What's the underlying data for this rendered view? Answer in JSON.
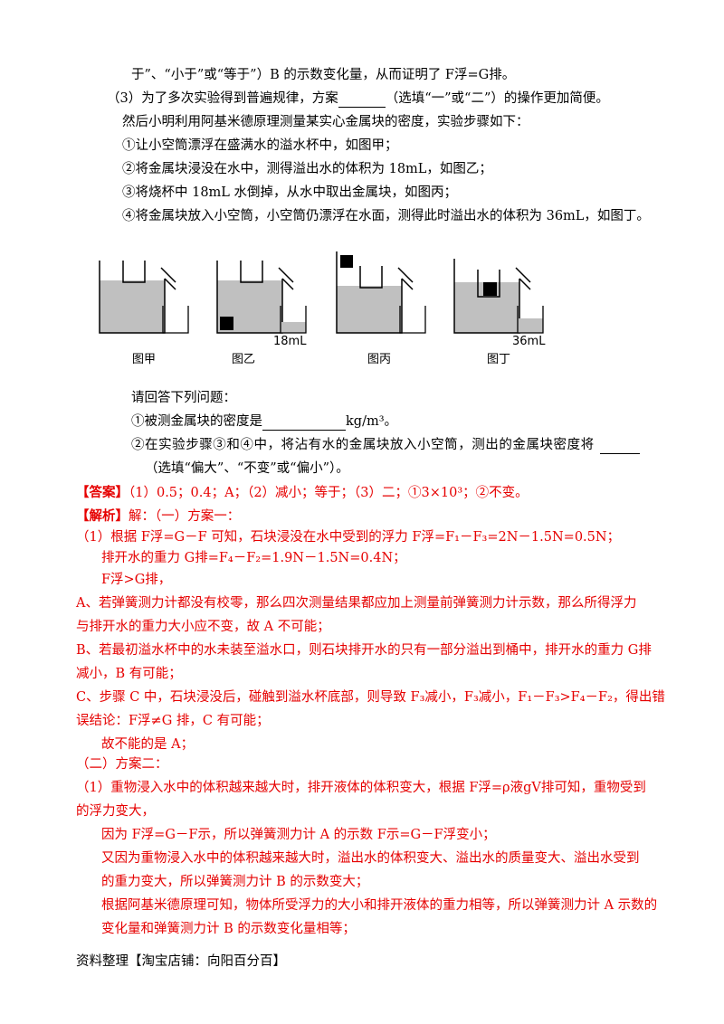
{
  "q2_tail": "于”、“小于”或“等于”）B 的示数变化量，从而证明了 F浮=G排。",
  "q3": {
    "prefix": "（3）为了多次实验得到普遍规律，方案",
    "suffix": "（选填“一”或“二”）的操作更加简便。"
  },
  "intro": "然后小明利用阿基米德原理测量某实心金属块的密度，实验步骤如下：",
  "steps": [
    "①让小空筒漂浮在盛满水的溢水杯中，如图甲；",
    "②将金属块浸没在水中，测得溢出水的体积为 18mL，如图乙；",
    "③将烧杯中 18mL 水倒掉，从水中取出金属块，如图丙；",
    "④将金属块放入小空筒，小空筒仍漂浮在水面，测得此时溢出水的体积为 36mL，如图丁。"
  ],
  "figures": [
    {
      "label": "图甲",
      "volume": ""
    },
    {
      "label": "图乙",
      "volume": "18mL"
    },
    {
      "label": "图丙",
      "volume": ""
    },
    {
      "label": "图丁",
      "volume": "36mL"
    }
  ],
  "questions_intro": "请回答下列问题：",
  "q_density": {
    "prefix": "①被测金属块的密度是",
    "unit": "kg/m³。"
  },
  "q_bias": {
    "line1": "②在实验步骤③和④中，将沾有水的金属块放入小空筒，测出的金属块密度将",
    "line2": "（选填“偏大”、“不变”或“偏小”）。"
  },
  "answer": {
    "label": "【答案】",
    "text": "（1）0.5；0.4；A；（2）减小；等于；（3）二；①3×10³；②不变。"
  },
  "analysis": {
    "label": "【解析】",
    "lines": [
      "解：（一）方案一：",
      "（1）根据 F浮=G－F 可知，石块浸没在水中受到的浮力 F浮=F₁－F₃=2N－1.5N=0.5N；",
      "排开水的重力 G排=F₄－F₂=1.9N－1.5N=0.4N；",
      "F浮>G排，",
      "A、若弹簧测力计都没有校零，那么四次测量结果都应加上测量前弹簧测力计示数，那么所得浮力",
      "与排开水的重力大小应不变，故 A 不可能；",
      "B、若最初溢水杯中的水未装至溢水口，则石块排开水的只有一部分溢出到桶中，排开水的重力 G排",
      "减小，B 有可能；",
      "C、步骤 C 中，石块浸没后，碰触到溢水杯底部，则导致 F₃减小，F₃减小，F₁－F₃>F₄－F₂，得出错",
      "误结论：F浮≠G 排，C 有可能；",
      "故不能的是 A；",
      "（二）方案二：",
      "（1）重物浸入水中的体积越来越大时，排开液体的体积变大，根据 F浮=ρ液gV排可知，重物受到",
      "的浮力变大，",
      "因为 F浮=G－F示，所以弹簧测力计 A 的示数 F示=G－F浮变小；",
      "又因为重物浸入水中的体积越来越大时，溢出水的体积变大、溢出水的质量变大、溢出水受到",
      "的重力变大，所以弹簧测力计 B 的示数变大；",
      "根据阿基米德原理可知，物体所受浮力的大小和排开液体的重力相等，所以弹簧测力计 A 示数的",
      "变化量和弹簧测力计 B 的示数变化量相等；"
    ]
  },
  "footer": "资料整理【淘宝店铺：向阳百分百】"
}
